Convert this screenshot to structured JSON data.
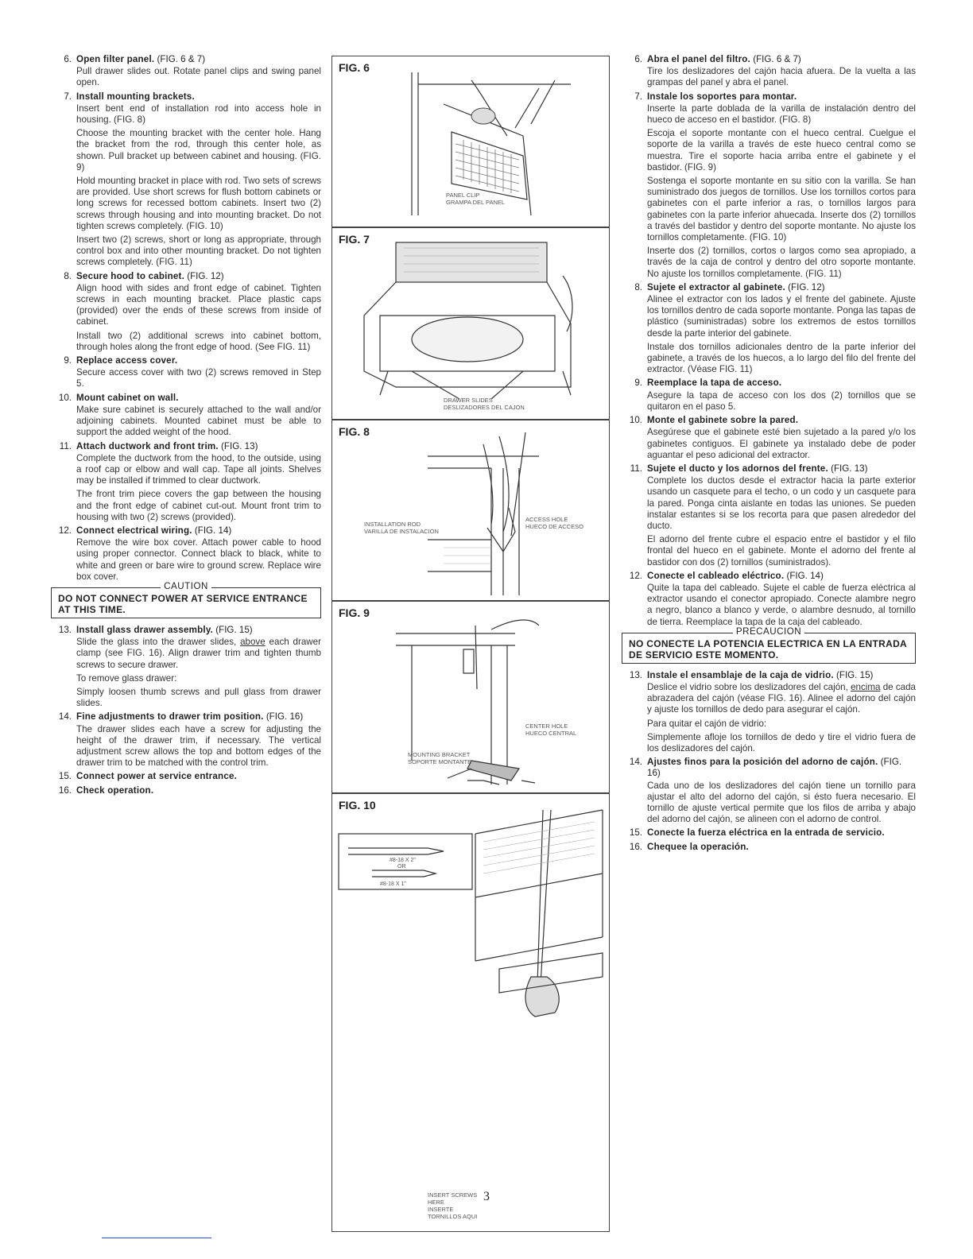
{
  "english": {
    "steps": [
      {
        "num": "6.",
        "title": "Open filter panel.",
        "ref": " (FIG. 6 & 7)",
        "paras": [
          "Pull drawer slides out. Rotate panel clips and swing panel open."
        ]
      },
      {
        "num": "7.",
        "title": "Install mounting brackets.",
        "ref": "",
        "paras": [
          "Insert bent end of installation rod into access hole in housing. (FIG. 8)",
          "Choose the mounting bracket with the center hole. Hang the bracket from the rod, through this center hole, as shown. Pull bracket up between cabinet and housing. (FIG. 9)",
          "Hold mounting bracket in place with rod. Two sets of screws are provided. Use short screws for flush bottom cabinets or long screws for recessed bottom cabinets. Insert two (2) screws through housing and into mounting bracket. Do not tighten screws completely. (FIG. 10)",
          "Insert two (2) screws, short or long as appropriate, through control box and into other mounting bracket. Do not tighten screws completely. (FIG. 11)"
        ]
      },
      {
        "num": "8.",
        "title": "Secure hood to cabinet.",
        "ref": " (FIG. 12)",
        "paras": [
          "Align hood with sides and front edge of cabinet. Tighten screws in each mounting bracket. Place plastic caps (provided) over the ends of these screws from inside of cabinet.",
          "Install two (2) additional screws into cabinet bottom, through holes along the front edge of hood. (See FIG. 11)"
        ]
      },
      {
        "num": "9.",
        "title": "Replace access cover.",
        "ref": "",
        "paras": [
          "Secure access cover with two (2) screws removed in Step 5."
        ]
      },
      {
        "num": "10.",
        "title": "Mount cabinet on wall.",
        "ref": "",
        "paras": [
          "Make sure cabinet is securely attached to the wall and/or adjoining cabinets. Mounted cabinet must be able to support the added weight of the hood."
        ]
      },
      {
        "num": "11.",
        "title": "Attach ductwork and front trim.",
        "ref": " (FIG. 13)",
        "paras": [
          "Complete the ductwork from the hood, to the outside, using a roof cap or elbow and wall cap. Tape all joints. Shelves may be installed if trimmed to clear ductwork.",
          "The front trim piece covers the gap between the housing and the front edge of cabinet cut-out. Mount front trim to housing with two (2) screws (provided)."
        ]
      },
      {
        "num": "12.",
        "title": "Connect electrical wiring.",
        "ref": " (FIG. 14)",
        "paras": [
          "Remove the wire box cover. Attach power cable to hood using proper connector. Connect black to black, white to white and green or bare wire to ground screw. Replace wire box cover."
        ]
      }
    ],
    "caution_label": "CAUTION",
    "caution_text": "DO NOT CONNECT POWER AT SERVICE ENTRANCE AT THIS TIME.",
    "step13_num": "13.",
    "step13_title": "Install glass drawer assembly.",
    "step13_ref": " (FIG. 15)",
    "step13_a": "Slide the glass into the drawer slides, ",
    "step13_u": "above",
    "step13_b": " each drawer clamp (see FIG. 16). Align drawer trim and tighten thumb screws to secure drawer.",
    "step13_p2": "To remove glass drawer:",
    "step13_p3": "Simply loosen thumb screws and pull glass from drawer slides.",
    "steps2": [
      {
        "num": "14.",
        "title": "Fine adjustments to drawer trim position.",
        "ref": " (FIG. 16)",
        "paras": [
          "The drawer slides each have a screw for adjusting the height of the drawer trim, if necessary. The vertical adjustment screw allows the top and bottom edges of the drawer trim to be matched with the control trim."
        ]
      },
      {
        "num": "15.",
        "title": "Connect power at service entrance.",
        "ref": "",
        "paras": []
      },
      {
        "num": "16.",
        "title": "Check operation.",
        "ref": "",
        "paras": []
      }
    ]
  },
  "spanish": {
    "steps": [
      {
        "num": "6.",
        "title": "Abra el panel del filtro.",
        "ref": " (FIG. 6 & 7)",
        "paras": [
          "Tire los deslizadores del cajón hacia afuera. De la vuelta a las grampas del panel y abra el panel."
        ]
      },
      {
        "num": "7.",
        "title": "Instale los soportes para montar.",
        "ref": "",
        "paras": [
          "Inserte la parte doblada de la varilla de instalación dentro del hueco de acceso en el bastidor. (FIG. 8)",
          "Escoja el soporte montante con el hueco central. Cuelgue el soporte de la varilla a través de este hueco central como se muestra. Tire el soporte hacia arriba entre el gabinete y el bastidor. (FIG. 9)",
          "Sostenga el soporte montante en su sitio con la varilla. Se han suministrado dos juegos de tornillos. Use los tornillos cortos para gabinetes con el parte inferior a ras, o tornillos largos para gabinetes con la parte inferior ahuecada. Inserte dos (2) tornillos a través del bastidor y dentro del soporte montante. No ajuste los tornillos completamente. (FIG. 10)",
          "Inserte dos (2) tornillos, cortos o largos como sea apropiado, a través de la caja de control y dentro del otro soporte montante. No ajuste los tornillos completamente. (FIG. 11)"
        ]
      },
      {
        "num": "8.",
        "title": "Sujete el extractor al gabinete.",
        "ref": " (FIG. 12)",
        "paras": [
          "Alinee el extractor con los lados y el frente del gabinete. Ajuste los tornillos dentro de cada soporte montante. Ponga las tapas de plástico (suministradas) sobre los extremos de estos tornillos desde la parte interior del gabinete.",
          "Instale dos tornillos adicionales dentro de la parte inferior del gabinete, a través de los huecos, a lo largo del filo del frente del extractor. (Véase FIG. 11)"
        ]
      },
      {
        "num": "9.",
        "title": "Reemplace la tapa de acceso.",
        "ref": "",
        "paras": [
          "Asegure la tapa de acceso con los dos (2) tornillos que se quitaron en el paso 5."
        ]
      },
      {
        "num": "10.",
        "title": "Monte el gabinete sobre la pared.",
        "ref": "",
        "paras": [
          "Asegúrese que el gabinete esté bien sujetado a la pared y/o los gabinetes contiguos. El gabinete ya instalado debe de poder aguantar el peso adicional del extractor."
        ]
      },
      {
        "num": "11.",
        "title": "Sujete el ducto y los adornos del frente.",
        "ref": " (FIG. 13)",
        "paras": [
          "Complete los ductos desde el extractor hacia la parte exterior usando un casquete para el techo, o un codo y un casquete para la pared. Ponga cinta aislante en todas las uniones. Se pueden instalar estantes si se los recorta para que pasen alrededor del ducto.",
          "El adorno del frente cubre el espacio entre el bastidor y el filo frontal del hueco en el gabinete. Monte el adorno del frente al bastidor con dos (2) tornillos (suministrados)."
        ]
      },
      {
        "num": "12.",
        "title": "Conecte el cableado eléctrico.",
        "ref": " (FIG. 14)",
        "paras": [
          "Quite la tapa del cableado. Sujete el cable de fuerza eléctrica al extractor usando el conector apropiado. Conecte alambre negro a negro, blanco a blanco y verde, o alambre desnudo, al tornillo de tierra. Reemplace la tapa de la caja del cableado."
        ]
      }
    ],
    "caution_label": "PRECAUCION",
    "caution_text": "NO CONECTE LA POTENCIA ELECTRICA EN LA ENTRADA DE SERVICIO ESTE MOMENTO.",
    "step13_num": "13.",
    "step13_title": "Instale el ensamblaje de la caja de vidrio.",
    "step13_ref": " (FIG. 15)",
    "step13_a": "Deslice el vidrio sobre los deslizadores del cajón, ",
    "step13_u": "encima",
    "step13_b": " de cada abrazadera del cajón (véase FIG. 16). Alinee el adorno del cajón y ajuste los tornillos de dedo para asegurar el cajón.",
    "step13_p2": "Para quitar el cajón de vidrio:",
    "step13_p3": "Simplemente afloje los tornillos de dedo y tire el vidrio fuera de los deslizadores del cajón.",
    "steps2": [
      {
        "num": "14.",
        "title": "Ajustes finos para la posición del adorno de cajón.",
        "ref": " (FIG. 16)",
        "paras": [
          "Cada uno de los deslizadores del cajón tiene un tornillo para ajustar el alto del adorno del cajón, si ésto fuera necesario. El tornillo de ajuste vertical permite que los filos de arriba y abajo del adorno del cajón, se alineen con el adorno de control."
        ]
      },
      {
        "num": "15.",
        "title": "Conecte la fuerza eléctrica en la entrada de servicio.",
        "ref": "",
        "paras": []
      },
      {
        "num": "16.",
        "title": "Chequee la operación.",
        "ref": "",
        "paras": []
      }
    ]
  },
  "figures": {
    "fig6": {
      "label": "FIG. 6",
      "callout_en": "PANEL CLIP",
      "callout_es": "GRAMPA DEL PANEL"
    },
    "fig7": {
      "label": "FIG. 7",
      "callout_en": "DRAWER SLIDES",
      "callout_es": "DESLIZADORES DEL CAJON"
    },
    "fig8": {
      "label": "FIG. 8",
      "rod_en": "INSTALLATION ROD",
      "rod_es": "VARILLA DE INSTALACION",
      "hole_en": "ACCESS HOLE",
      "hole_es": "HUECO DE ACCESO"
    },
    "fig9": {
      "label": "FIG. 9",
      "center_en": "CENTER HOLE",
      "center_es": "HUECO CENTRAL",
      "bracket_en": "MOUNTING BRACKET",
      "bracket_es": "SOPORTE MONTANTE"
    },
    "fig10": {
      "label": "FIG. 10",
      "screw1": "#8-18 X 2\"",
      "or": "OR",
      "screw2": "#8-18 X 1\"",
      "insert_en1": "INSERT SCREWS",
      "insert_en2": "HERE",
      "insert_es1": "INSERTE",
      "insert_es2": "TORNILLOS AQUI"
    }
  },
  "page_number": "3"
}
